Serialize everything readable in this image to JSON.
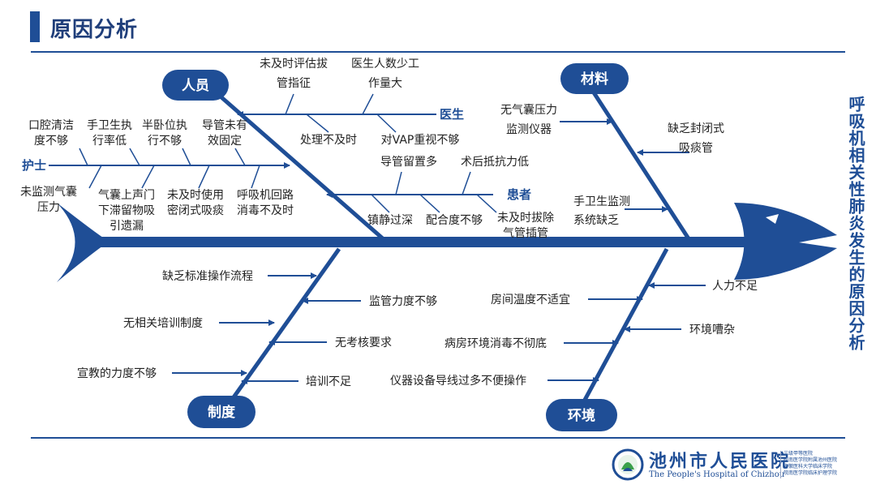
{
  "header": {
    "title": "原因分析"
  },
  "side_title": "呼吸机相关性肺炎发生的原因分析",
  "categories": {
    "renyuan": "人员",
    "cailiao": "材料",
    "zhidu": "制度",
    "huanjing": "环境",
    "yisheng": "医生",
    "hushi": "护士",
    "huanzhe": "患者"
  },
  "causes": {
    "yisheng": [
      [
        "未及时评估拔",
        "管指征"
      ],
      [
        "医生人数少工",
        "作量大"
      ],
      [
        "处理不及时"
      ],
      [
        "对VAP重视不够"
      ]
    ],
    "hushi": [
      [
        "口腔清洁",
        "度不够"
      ],
      [
        "手卫生执",
        "行率低"
      ],
      [
        "半卧位执",
        "行不够"
      ],
      [
        "导管未有",
        "效固定"
      ],
      [
        "未监测气囊",
        "压力"
      ],
      [
        "气囊上声门",
        "下滞留物吸",
        "引遗漏"
      ],
      [
        "未及时使用",
        "密闭式吸痰"
      ],
      [
        "呼吸机回路",
        "消毒不及时"
      ]
    ],
    "huanzhe": [
      [
        "导管留置多"
      ],
      [
        "术后抵抗力低"
      ],
      [
        "镇静过深"
      ],
      [
        "配合度不够"
      ],
      [
        "未及时拔除",
        "气管插管"
      ]
    ],
    "cailiao": [
      [
        "无气囊压力",
        "监测仪器"
      ],
      [
        "缺乏封闭式",
        "吸痰管"
      ],
      [
        "手卫生监测",
        "系统缺乏"
      ]
    ],
    "zhidu": [
      [
        "缺乏标准操作流程"
      ],
      [
        "监管力度不够"
      ],
      [
        "无相关培训制度"
      ],
      [
        "无考核要求"
      ],
      [
        "宣教的力度不够"
      ],
      [
        "培训不足"
      ]
    ],
    "huanjing": [
      [
        "人力不足"
      ],
      [
        "房间温度不适宜"
      ],
      [
        "环境嘈杂"
      ],
      [
        "病房环境消毒不彻底"
      ],
      [
        "仪器设备导线过多不便操作"
      ]
    ]
  },
  "logo": {
    "name_cn": "池州市人民医院",
    "name_en": "The People's Hospital of Chizhou",
    "notes": [
      "三级甲等医院",
      "皖南医学院附属池州医院",
      "安徽医科大学临床学院",
      "皖南医学院临床护理学院"
    ]
  },
  "colors": {
    "primary": "#1f4e96",
    "text": "#222222"
  }
}
